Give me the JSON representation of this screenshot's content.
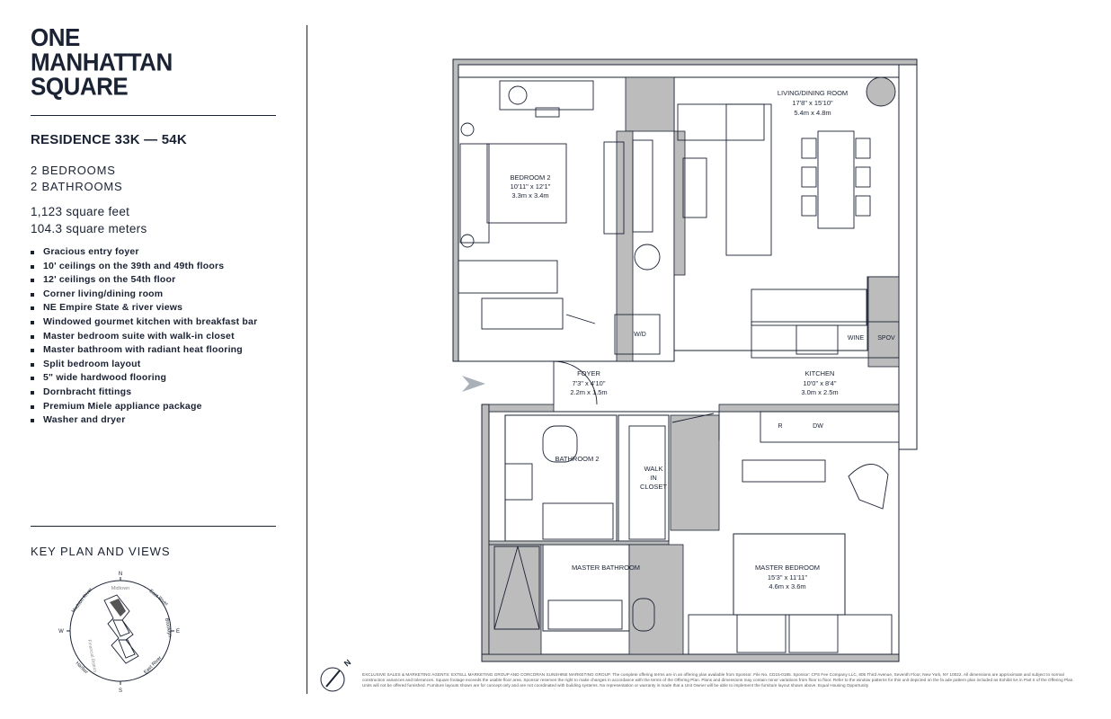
{
  "logo": {
    "line1": "ONE",
    "line2": "MANHATTAN",
    "line3": "SQUARE"
  },
  "residence": "RESIDENCE 33K — 54K",
  "specs": {
    "bedrooms": "2 BEDROOMS",
    "bathrooms": "2 BATHROOMS"
  },
  "area": {
    "sqft": "1,123 square feet",
    "sqm": "104.3 square meters"
  },
  "features": [
    "Gracious entry foyer",
    "10' ceilings on the 39th and 49th floors",
    "12' ceilings on the 54th floor",
    "Corner living/dining room",
    "NE Empire State & river views",
    "Windowed gourmet kitchen with breakfast bar",
    "Master bedroom suite with walk-in closet",
    "Master bathroom with radiant heat flooring",
    "Split bedroom layout",
    "5\" wide hardwood flooring",
    "Dornbracht fittings",
    "Premium Miele appliance package",
    "Washer and dryer"
  ],
  "key_plan": {
    "title": "KEY PLAN AND VIEWS",
    "labels": {
      "n": "N",
      "s": "S",
      "e": "E",
      "w": "W",
      "midtown": "Midtown",
      "hudson": "Hudson River",
      "east_river_top": "East River",
      "brooklyn": "Brooklyn",
      "east_river_bottom": "East River",
      "harbor": "Harbor",
      "financial": "Financial District"
    }
  },
  "rooms": {
    "living": {
      "name": "LIVING/DINING ROOM",
      "imperial": "17'8\" x 15'10\"",
      "metric": "5.4m x 4.8m"
    },
    "bedroom2": {
      "name": "BEDROOM 2",
      "imperial": "10'11\" x 12'1\"",
      "metric": "3.3m x 3.4m"
    },
    "foyer": {
      "name": "FOYER",
      "imperial": "7'3\" x 4'10\"",
      "metric": "2.2m x 1.5m"
    },
    "kitchen": {
      "name": "KITCHEN",
      "imperial": "10'0\" x 8'4\"",
      "metric": "3.0m x 2.5m"
    },
    "bathroom2": {
      "name": "BATHROOM 2"
    },
    "walkin": {
      "line1": "WALK",
      "line2": "IN",
      "line3": "CLOSET"
    },
    "master_bath": {
      "name": "MASTER BATHROOM"
    },
    "master_bed": {
      "name": "MASTER BEDROOM",
      "imperial": "15'3\" x 11'11\"",
      "metric": "4.6m x 3.6m"
    }
  },
  "appliances": {
    "wd": "W/D",
    "wine": "WINE",
    "spov": "SPOV",
    "r": "R",
    "dw": "DW"
  },
  "north_label": "N",
  "disclaimer": "EXCLUSIVE SALES & MARKETING AGENTS: EXTELL MARKETING GROUP AND CORCORAN SUNSHINE MARKETING GROUP. The complete offering terms are in an offering plan available from Sponsor. File No. CD15-0185. Sponsor: CPS Fee Company LLC, 805 Third Avenue, Seventh Floor, New York, NY 10022. All dimensions are approximate and subject to normal construction variances and tolerances. Square footage exceeds the usable floor area. Sponsor reserves the right to make changes in accordance with the terms of the Offering Plan. Plans and dimensions may contain minor variations from floor to floor. Refer to the window patterns for this unit depicted on the fa ade pattern plan included as Exhibit 5A in Part II of the Offering Plan. Units will not be offered furnished. Furniture layouts shown are for concept only and are not coordinated with building systems. No representation or warranty is made that a Unit Owner will be able to implement the furniture layout shown above. Equal Housing Opportunity",
  "colors": {
    "ink": "#1a2233",
    "wall": "#bcbcbc"
  }
}
